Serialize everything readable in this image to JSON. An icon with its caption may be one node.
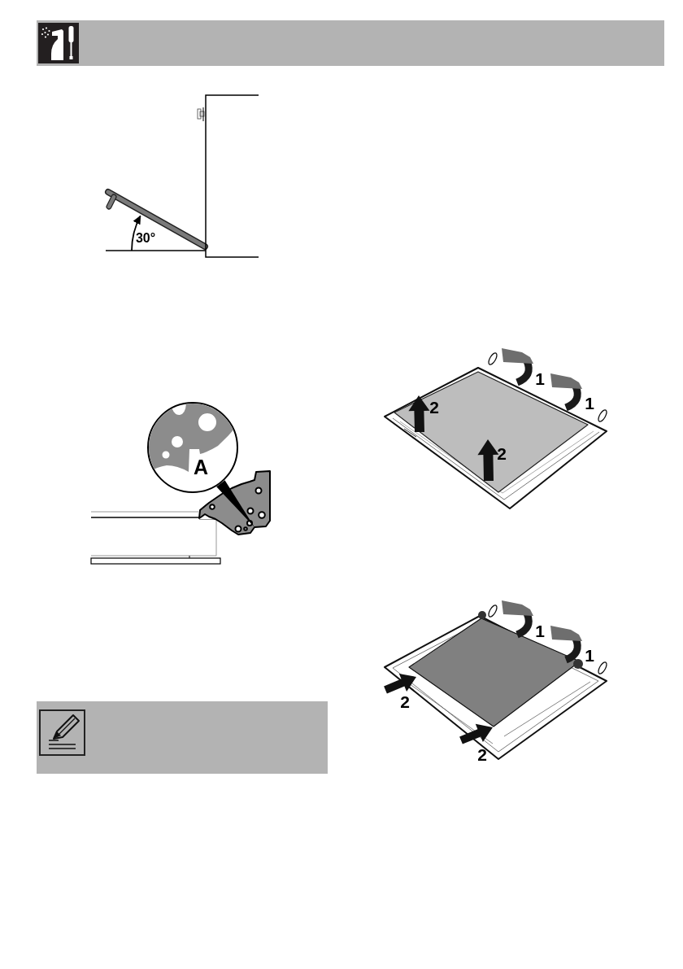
{
  "diagram": {
    "nodes": [
      {
        "text": [
          "A"
        ]
      },
      {
        "text": [],
        "shape": "picture"
      }
    ],
    "edges": [
      {
        "from": 0,
        "to": 1,
        "arrow": "none"
      }
    ],
    "labels": [
      "30°",
      "1",
      "1",
      "2",
      "2",
      "1",
      "1",
      "2",
      "2"
    ]
  }
}
